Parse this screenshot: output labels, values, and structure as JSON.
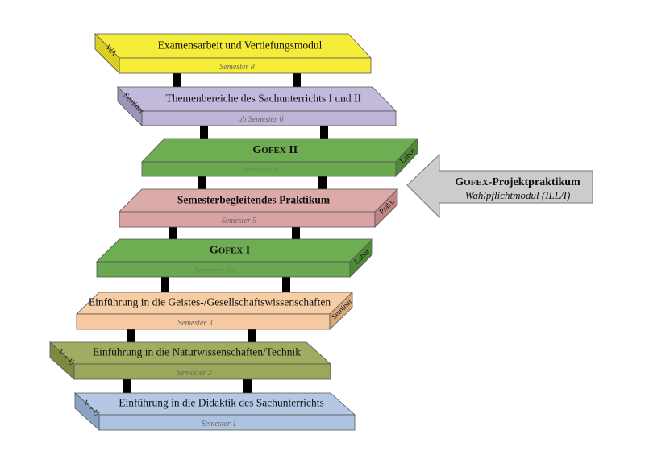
{
  "modules": [
    {
      "id": "semester-8",
      "title": "Examensarbeit und Vertiefungsmodul",
      "title_bold": false,
      "title_smallcaps": false,
      "semester": "Semester 8",
      "type_label": "WA",
      "type_side": "left",
      "color": "#f6ec3a",
      "side_color": "#d9cf24",
      "top_color": "#f6ec3a"
    },
    {
      "id": "semester-6-themen",
      "title": "Themenbereiche des Sachunterrichts I und II",
      "title_bold": false,
      "title_smallcaps": false,
      "semester": "ab Semester 6",
      "type_label": "Seminar",
      "type_side": "left",
      "color": "#bdb4d6",
      "side_color": "#9d95b8",
      "top_color": "#c3badb"
    },
    {
      "id": "semester-6-gofex2",
      "title": "Gofex II",
      "title_bold": true,
      "title_smallcaps": true,
      "semester": "Semester 6",
      "type_label": "Labor",
      "type_side": "right",
      "color": "#6aa84f",
      "side_color": "#4e8a38",
      "top_color": "#6fad53"
    },
    {
      "id": "semester-5",
      "title": "Semesterbegleitendes Praktikum",
      "title_bold": true,
      "title_smallcaps": false,
      "semester": "Semester 5",
      "type_label": "Prakt.",
      "type_side": "right",
      "color": "#d9a3a3",
      "side_color": "#bf8585",
      "top_color": "#dcaaa9"
    },
    {
      "id": "semester-3-4",
      "title": "Gofex I",
      "title_bold": true,
      "title_smallcaps": true,
      "semester": "Semester 3/4",
      "type_label": "Labor",
      "type_side": "right",
      "color": "#6aa84f",
      "side_color": "#4e8a38",
      "top_color": "#6fad53"
    },
    {
      "id": "semester-3",
      "title": "Einführung in die Geistes-/Gesellschaftswissenschaften",
      "title_bold": false,
      "title_smallcaps": false,
      "semester": "Semester 3",
      "type_label": "Seminar",
      "type_side": "right",
      "color": "#f6c9a0",
      "side_color": "#d9a97d",
      "top_color": "#f7cda6"
    },
    {
      "id": "semester-2",
      "title": "Einführung in die Naturwissenschaften/Technik",
      "title_bold": false,
      "title_smallcaps": false,
      "semester": "Semester 2",
      "type_label": "V + Ü",
      "type_side": "left",
      "color": "#9aa85a",
      "side_color": "#7c8a40",
      "top_color": "#a0ad60"
    },
    {
      "id": "semester-1",
      "title": "Einführung in die Didaktik des Sachunterrichts",
      "title_bold": false,
      "title_smallcaps": false,
      "semester": "Semester 1",
      "type_label": "V + Ü",
      "type_side": "left",
      "color": "#adc3e0",
      "side_color": "#8aa3c5",
      "top_color": "#b3c8e3"
    }
  ],
  "elective": {
    "title_prefix": "Gofex",
    "title_suffix": "-Projektpraktikum",
    "subtitle": "Wahlpflichtmodul (ILL/I)",
    "color": "#cccccc",
    "points_to": "semester-6-gofex2"
  },
  "connector_color": "#000000"
}
